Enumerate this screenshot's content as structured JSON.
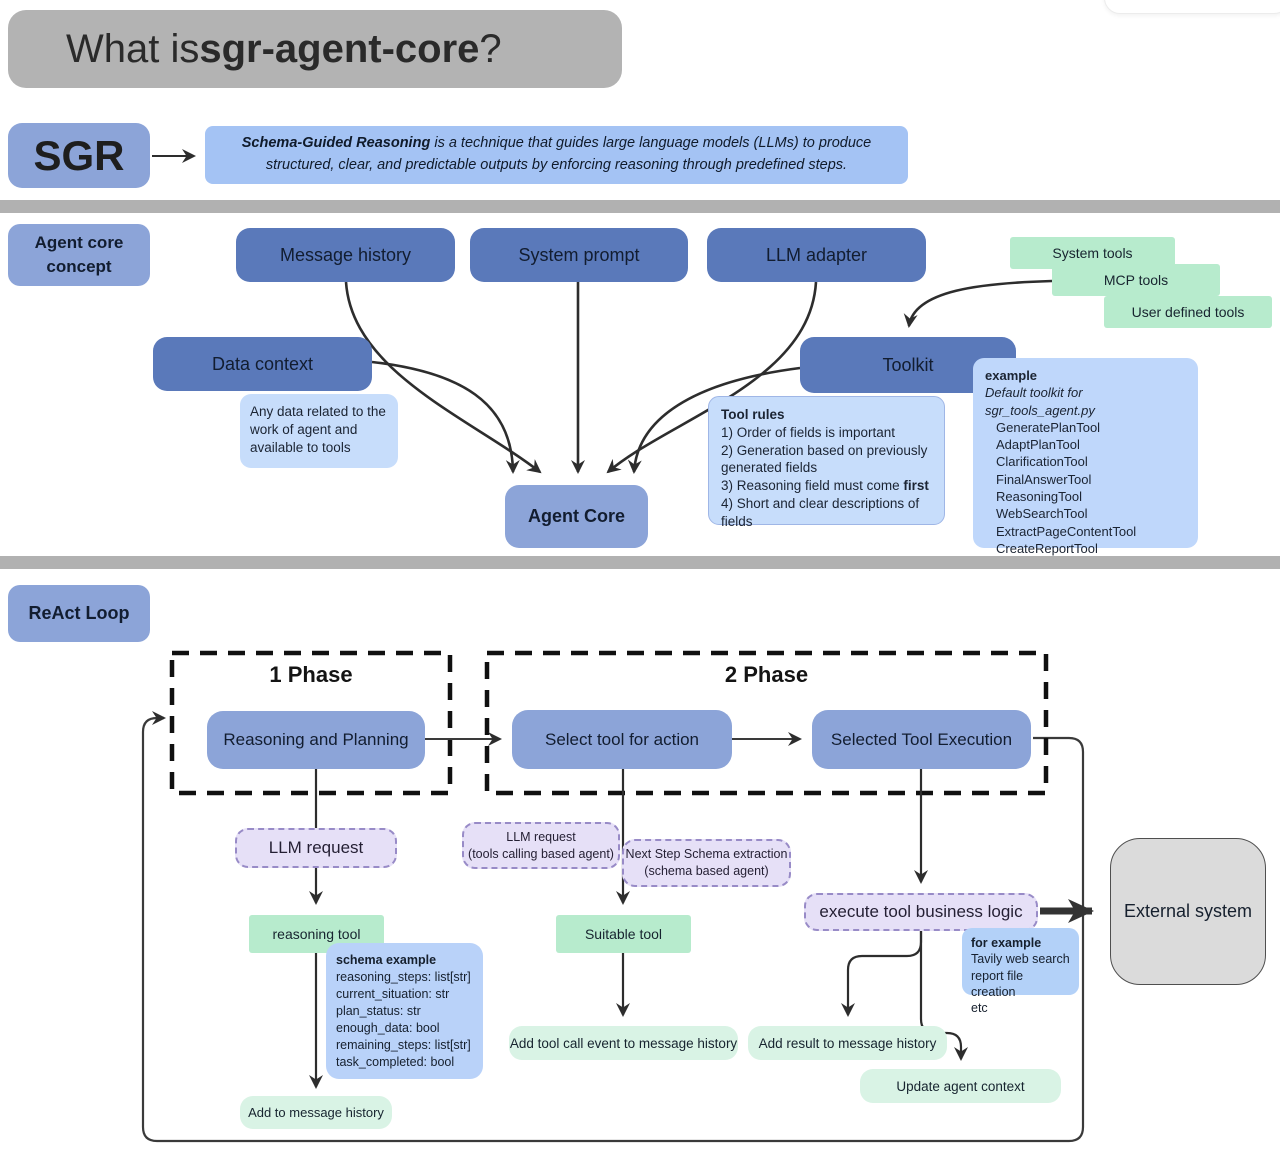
{
  "header": {
    "title_prefix": "What is ",
    "title_bold": "sgr-agent-core",
    "title_suffix": "?"
  },
  "sgr": {
    "label": "SGR",
    "definition_bold": "Schema-Guided Reasoning",
    "definition_rest": " is a technique that guides large language models (LLMs) to produce structured, clear, and predictable outputs by enforcing reasoning through predefined steps."
  },
  "agent_core": {
    "section_label": "Agent core concept",
    "message_history": "Message history",
    "system_prompt": "System prompt",
    "llm_adapter": "LLM adapter",
    "data_context": "Data context",
    "data_context_note": "Any data related to the work of agent and available to tools",
    "toolkit": "Toolkit",
    "agent_core_box": "Agent Core",
    "tool_stack": {
      "system_tools": "System tools",
      "mcp_tools": "MCP tools",
      "user_defined_tools": "User defined tools"
    },
    "tool_rules": {
      "title": "Tool rules",
      "rule1": "1) Order of fields is important",
      "rule2": "2) Generation based on previously generated fields",
      "rule3_prefix": "3) Reasoning field must come ",
      "rule3_bold": "first",
      "rule4": "4) Short and clear descriptions of fields"
    },
    "toolkit_example": {
      "title": "example",
      "subtitle": "Default toolkit for sgr_tools_agent.py",
      "tools": [
        "GeneratePlanTool",
        "AdaptPlanTool",
        "ClarificationTool",
        "FinalAnswerTool",
        "ReasoningTool",
        "WebSearchTool",
        "ExtractPageContentTool",
        "CreateReportTool"
      ]
    }
  },
  "react_loop": {
    "section_label": "ReAct Loop",
    "phase1_label": "1 Phase",
    "phase2_label": "2 Phase",
    "reasoning_planning": "Reasoning and Planning",
    "select_tool": "Select tool for action",
    "selected_execution": "Selected Tool Execution",
    "llm_request": "LLM request",
    "llm_request_tools": {
      "line1": "LLM request",
      "line2": "(tools calling based agent)"
    },
    "next_step_schema": {
      "line1": "Next Step Schema extraction",
      "line2": "(schema based agent)"
    },
    "reasoning_tool": "reasoning tool",
    "suitable_tool": "Suitable tool",
    "schema_example": {
      "title": "schema example",
      "fields": [
        "reasoning_steps: list[str]",
        "current_situation: str",
        "plan_status: str",
        "enough_data: bool",
        "remaining_steps: list[str]",
        "task_completed: bool"
      ]
    },
    "add_to_message_history": "Add to message history",
    "add_tool_call_event": "Add tool call event to message history",
    "execute_logic": "execute tool business logic",
    "for_example": {
      "title": "for example",
      "lines": [
        "Tavily web search",
        "report file creation",
        "etc"
      ]
    },
    "external_system": "External system",
    "add_result": "Add result to message history",
    "update_agent_context": "Update agent context"
  },
  "colors": {
    "node_blue_dark": "#5a79ba",
    "node_blue_medium": "#8ca4d8",
    "note_blue": "#c7ddfb",
    "definition_blue": "#a4c3f4",
    "green_flat": "#b7ebcd",
    "green_soft": "#d9f3e5",
    "lavender": "#e6e0f7",
    "divider_gray": "#b1b1b1",
    "title_gray": "#b3b3b3",
    "external_gray": "#dbdbdb",
    "line_dark": "#2d2d2d"
  }
}
